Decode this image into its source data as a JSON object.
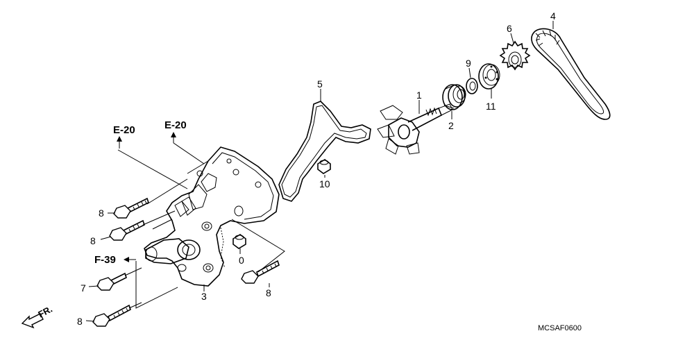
{
  "part_labels": {
    "p1": "1",
    "p2": "2",
    "p3": "3",
    "p4": "4",
    "p5": "5",
    "p6": "6",
    "p7": "7",
    "p8a": "8",
    "p8b": "8",
    "p8c": "8",
    "p8d": "8",
    "p9": "9",
    "p10a": "10",
    "p10b": "0",
    "p11": "11"
  },
  "references": {
    "e20_left": "E-20",
    "e20_right": "E-20",
    "f39": "F-39"
  },
  "direction": "FR.",
  "diagram_code": "MCSAF0600"
}
